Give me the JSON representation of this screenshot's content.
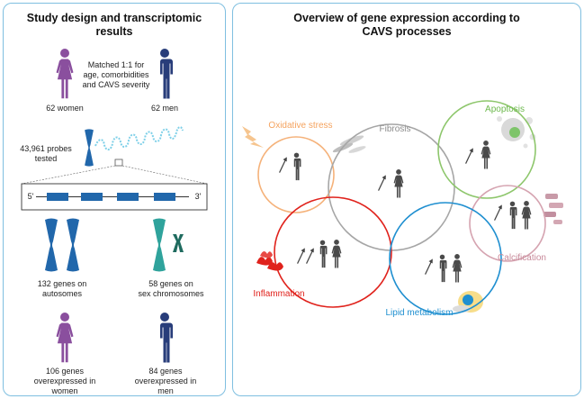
{
  "left": {
    "title_line1": "Study design and transcriptomic",
    "title_line2": "results",
    "women_count": "62 women",
    "men_count": "62 men",
    "matched_line1": "Matched 1:1 for",
    "matched_line2": "age, comorbidities",
    "matched_line3": "and CAVS severity",
    "probes_line1": "43,961 probes",
    "probes_line2": "tested",
    "gene_5prime": "5'",
    "gene_3prime": "3'",
    "autosomes_line1": "132 genes on",
    "autosomes_line2": "autosomes",
    "sex_line1": "58 genes on",
    "sex_line2": "sex chromosomes",
    "women_over_line1": "106 genes",
    "women_over_line2": "overexpressed in",
    "women_over_line3": "women",
    "men_over_line1": "84 genes",
    "men_over_line2": "overexpressed in",
    "men_over_line3": "men"
  },
  "right": {
    "title_line1": "Overview of gene expression according to",
    "title_line2": "CAVS processes",
    "processes": {
      "oxidative_stress": "Oxidative stress",
      "fibrosis": "Fibrosis",
      "apoptosis": "Apoptosis",
      "calcification": "Calcification",
      "inflammation": "Inflammation",
      "lipid_metabolism": "Lipid metabolism"
    }
  },
  "colors": {
    "panel_border": "#7fbfe0",
    "women": "#8a4f9e",
    "men": "#283d7a",
    "chromosome": "#2167ab",
    "sex_chromosome": "#2fa39c",
    "oxidative_stress": "#f5b27a",
    "fibrosis": "#a6a6a6",
    "apoptosis": "#8dc66b",
    "calcification": "#d5a3b0",
    "inflammation": "#e0221c",
    "lipid_metabolism": "#1f8fd0",
    "person_gray": "#4a4a4a"
  }
}
